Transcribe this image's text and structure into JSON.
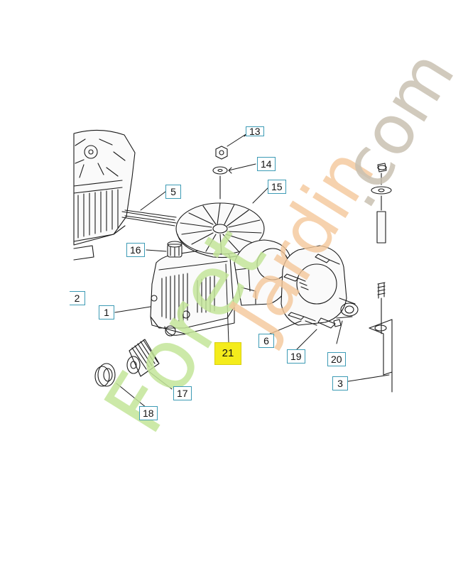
{
  "diagram": {
    "callouts": [
      {
        "id": "c13",
        "label": "13",
        "highlighted": false
      },
      {
        "id": "c14",
        "label": "14",
        "highlighted": false
      },
      {
        "id": "c15",
        "label": "15",
        "highlighted": false
      },
      {
        "id": "c5",
        "label": "5",
        "highlighted": false
      },
      {
        "id": "c16",
        "label": "16",
        "highlighted": false
      },
      {
        "id": "c2",
        "label": "2",
        "highlighted": false
      },
      {
        "id": "c1",
        "label": "1",
        "highlighted": false
      },
      {
        "id": "c6",
        "label": "6",
        "highlighted": false
      },
      {
        "id": "c19",
        "label": "19",
        "highlighted": false
      },
      {
        "id": "c20",
        "label": "20",
        "highlighted": false
      },
      {
        "id": "c21",
        "label": "21",
        "highlighted": true
      },
      {
        "id": "c17",
        "label": "17",
        "highlighted": false
      },
      {
        "id": "c18",
        "label": "18",
        "highlighted": false
      },
      {
        "id": "c3",
        "label": "3",
        "highlighted": false
      }
    ],
    "highlight_color": "#f4ec1c",
    "callout_border_color": "#3d9bb5"
  },
  "watermark": {
    "part1": "Foret",
    "part2": "Jardin",
    "part3": ".com",
    "color_green": "#c4e69a",
    "color_orange": "#f5c89a",
    "color_grey": "#c9c1b2"
  }
}
